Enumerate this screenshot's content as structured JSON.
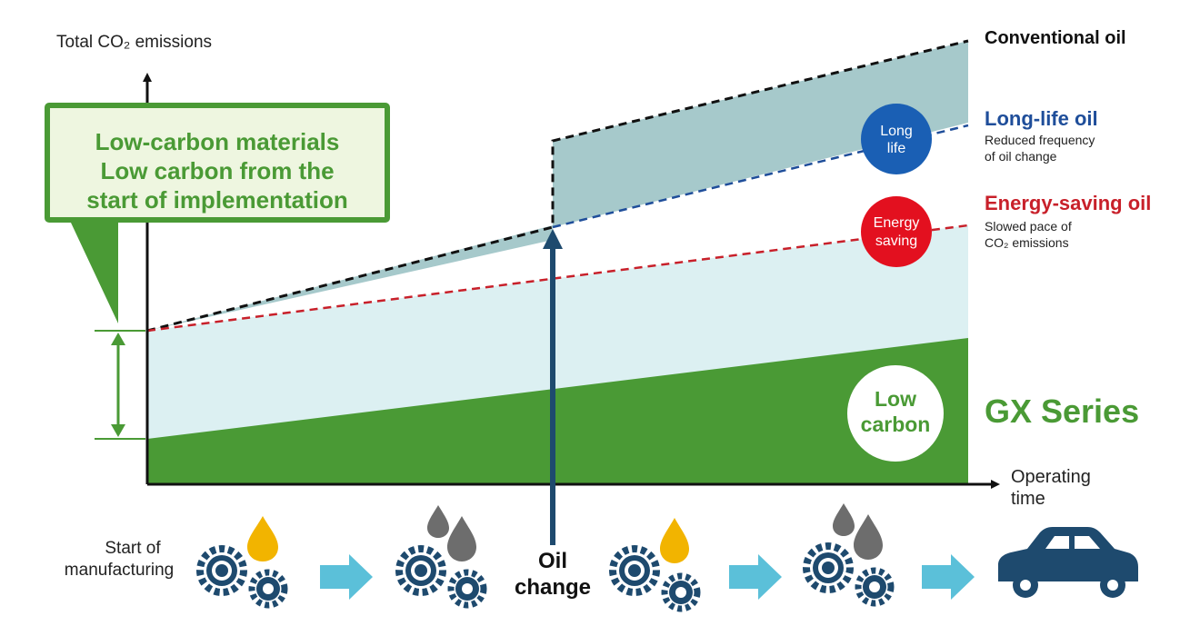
{
  "y_axis_label": "Total CO₂ emissions",
  "x_axis_label_line1": "Operating",
  "x_axis_label_line2": "time",
  "callout": {
    "line1": "Low-carbon materials",
    "line2": "Low carbon from the",
    "line3": "start of implementation"
  },
  "series": {
    "conventional": {
      "title": "Conventional oil",
      "color": "#111111"
    },
    "long_life": {
      "title": "Long-life oil",
      "desc1": "Reduced frequency",
      "desc2": "of oil change",
      "color": "#1f4e9a"
    },
    "energy_saving": {
      "title": "Energy-saving oil",
      "desc1": "Slowed pace of",
      "desc2": "CO₂ emissions",
      "color": "#c8202a"
    },
    "gx": {
      "title": "GX Series",
      "color": "#4a9a35"
    }
  },
  "badges": {
    "long_life": {
      "line1": "Long",
      "line2": "life",
      "color": "#1a5fb4"
    },
    "energy_saving": {
      "line1": "Energy",
      "line2": "saving",
      "color": "#e3101f"
    },
    "low_carbon": {
      "line1": "Low",
      "line2": "carbon"
    }
  },
  "oil_change": {
    "line1": "Oil",
    "line2": "change"
  },
  "process": {
    "start_line1": "Start of",
    "start_line2": "manufacturing"
  },
  "colors": {
    "light_region": "#dcf0f2",
    "mid_region": "#a6c9cb",
    "green_region": "#4a9a35",
    "gear": "#1e4a6e",
    "arrow": "#5bc0d9",
    "drop_yellow": "#f2b400",
    "drop_gray": "#6d6d6d",
    "car": "#1e4a6e"
  }
}
